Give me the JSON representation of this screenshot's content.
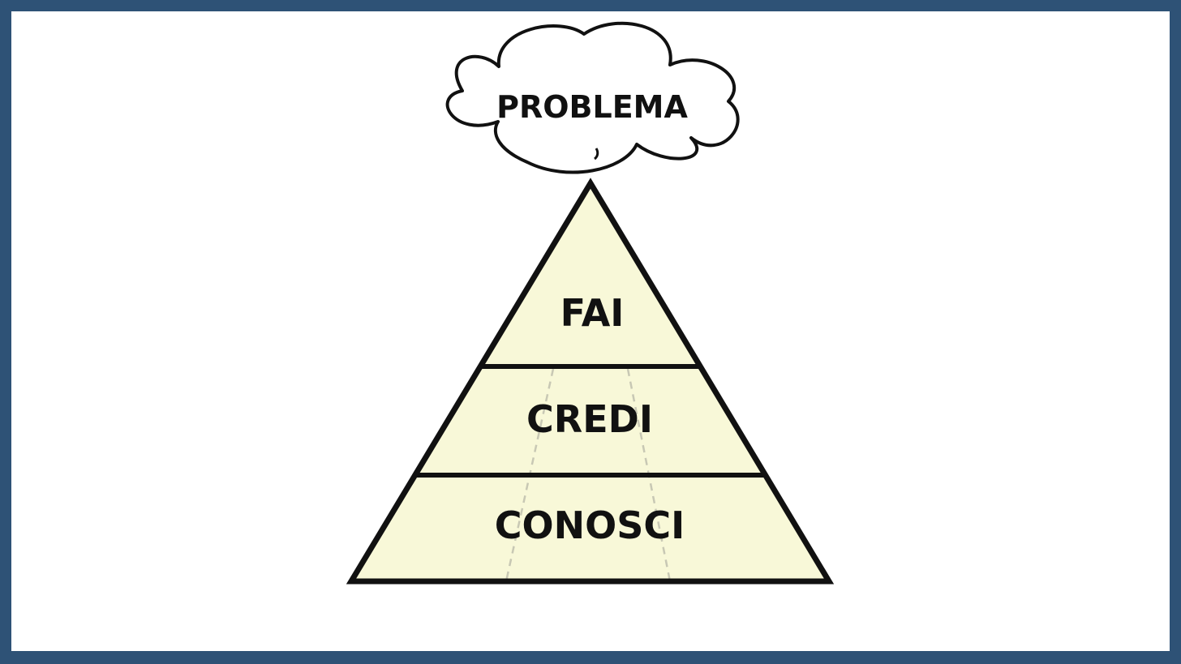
{
  "colors": {
    "border": "#2e5276",
    "background": "#ffffff",
    "pyramid_fill": "#f8f8d8",
    "stroke": "#111111",
    "guide_lines": "#c8c8b4"
  },
  "cloud": {
    "label": "PROBLEMA"
  },
  "pyramid": {
    "levels": [
      {
        "label": "FAI"
      },
      {
        "label": "CREDI"
      },
      {
        "label": "CONOSCI"
      }
    ]
  }
}
